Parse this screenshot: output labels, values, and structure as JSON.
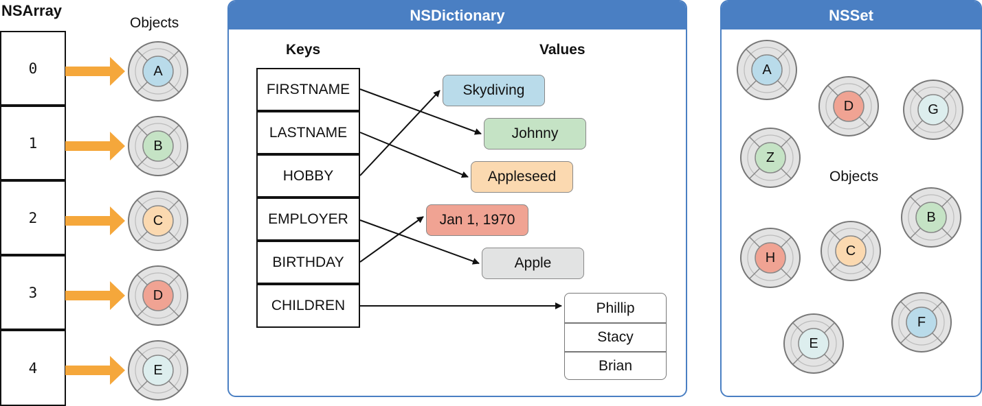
{
  "nsarray": {
    "title": "NSArray",
    "objects_label": "Objects",
    "indices": [
      "0",
      "1",
      "2",
      "3",
      "4"
    ],
    "objects": [
      "A",
      "B",
      "C",
      "D",
      "E"
    ]
  },
  "nsdictionary": {
    "title": "NSDictionary",
    "keys_label": "Keys",
    "values_label": "Values",
    "keys": [
      "FIRSTNAME",
      "LASTNAME",
      "HOBBY",
      "EMPLOYER",
      "BIRTHDAY",
      "CHILDREN"
    ],
    "values": [
      "Skydiving",
      "Johnny",
      "Appleseed",
      "Jan 1, 1970",
      "Apple"
    ],
    "children": [
      "Phillip",
      "Stacy",
      "Brian"
    ]
  },
  "nsset": {
    "title": "NSSet",
    "objects_label": "Objects",
    "objects": [
      "A",
      "D",
      "G",
      "Z",
      "B",
      "H",
      "C",
      "F",
      "E"
    ]
  },
  "colors": {
    "blue": "#b9dbea",
    "green": "#c5e3c5",
    "peach": "#fbd9b0",
    "red": "#f0a393",
    "gray": "#e2e3e3",
    "pale": "#ddeeee",
    "panel": "#4a7fc3",
    "arrow": "#f5a73b"
  }
}
